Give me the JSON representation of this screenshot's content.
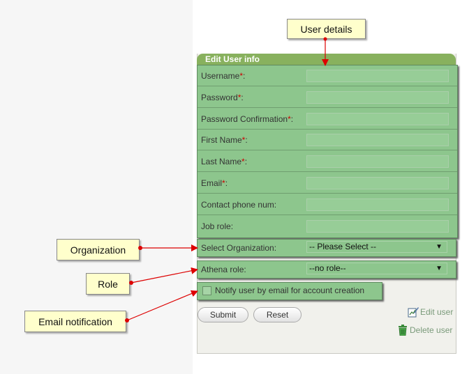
{
  "callouts": {
    "user_details": "User details",
    "organization": "Organization",
    "role": "Role",
    "email_notification": "Email notification"
  },
  "form": {
    "title": "Edit User info",
    "fields": [
      {
        "label": "Username",
        "required": true,
        "value": ""
      },
      {
        "label": "Password",
        "required": true,
        "value": ""
      },
      {
        "label": "Password Confirmation",
        "required": true,
        "value": ""
      },
      {
        "label": "First Name",
        "required": true,
        "value": ""
      },
      {
        "label": "Last Name",
        "required": true,
        "value": ""
      },
      {
        "label": "Email",
        "required": true,
        "value": ""
      },
      {
        "label": "Contact phone num",
        "required": false,
        "value": ""
      },
      {
        "label": "Job role",
        "required": false,
        "value": ""
      }
    ],
    "required_marker": "*",
    "label_suffix": ":",
    "organization": {
      "label": "Select Organization:",
      "selected": "-- Please Select --"
    },
    "role": {
      "label": "Athena role:",
      "selected": "--no role--"
    },
    "notify": {
      "label": "Notify user by email for account creation",
      "checked": false
    },
    "buttons": {
      "submit": "Submit",
      "reset": "Reset"
    },
    "actions": {
      "edit_user": "Edit user",
      "delete_user": "Delete user"
    }
  },
  "colors": {
    "header": "#88b15e",
    "field_background": "#8dc68d",
    "required": "#cc0000",
    "arrow": "#dd0000",
    "callout": "#ffffcc"
  },
  "icons": [
    "edit-user-icon",
    "trash-icon",
    "dropdown-caret-icon"
  ]
}
